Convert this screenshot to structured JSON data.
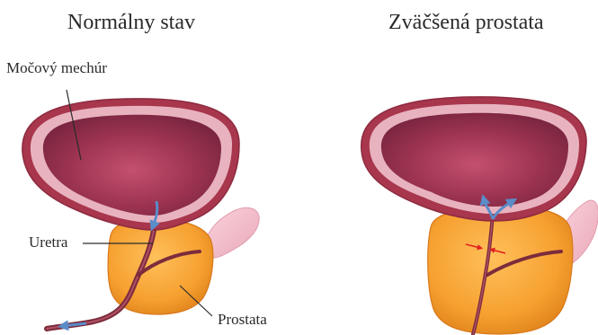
{
  "titles": {
    "normal": "Normálny stav",
    "enlarged": "Zväčšená prostata"
  },
  "labels": {
    "bladder": "Močový mechúr",
    "urethra": "Uretra",
    "prostate": "Prostata"
  },
  "colors": {
    "bladder_outer": "#a8364c",
    "bladder_inner": "#8a2a45",
    "bladder_rim": "#e8b3bf",
    "prostate": "#f29a2a",
    "prostate_light": "#ffc05a",
    "seminal_vesicle": "#f6c2cf",
    "urethra": "#7c2c3c",
    "flow_arrow": "#5a8cc8",
    "pressure_arrow": "#e02020"
  }
}
